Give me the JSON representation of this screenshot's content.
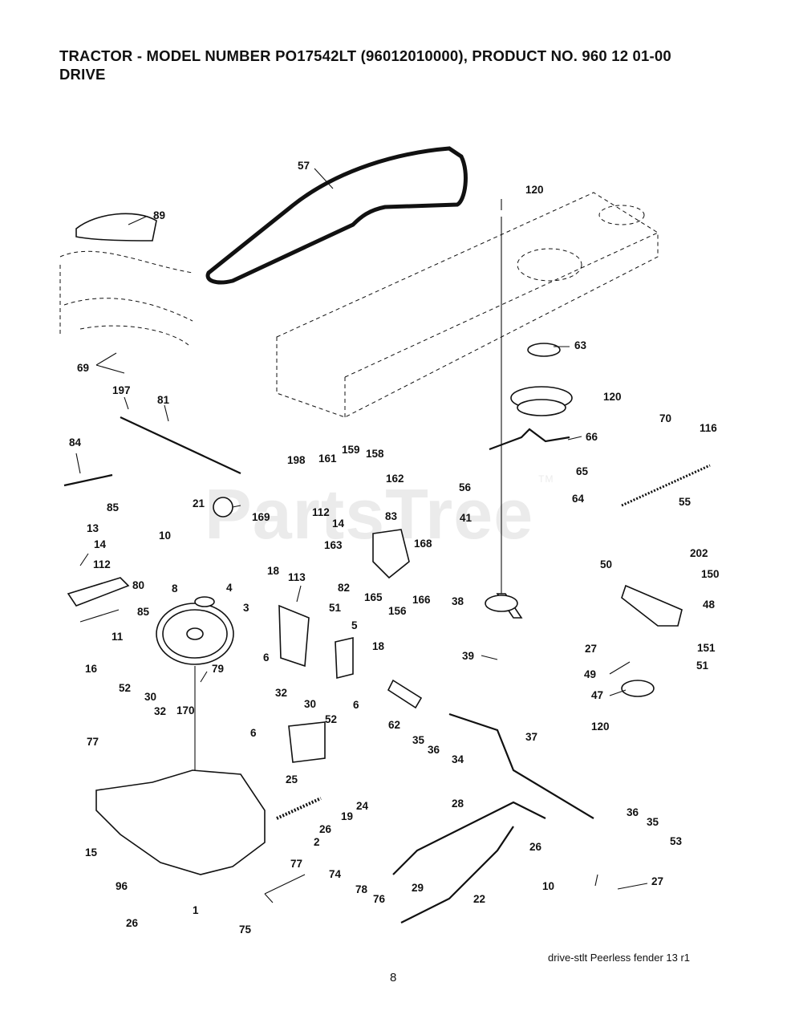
{
  "header": {
    "title_line1": "TRACTOR  - MODEL NUMBER  PO17542LT (96012010000), PRODUCT NO. 960 12 01-00",
    "title_line2": "DRIVE"
  },
  "watermark": "PartsTree",
  "watermark_tm": "TM",
  "caption": "drive-stlt Peerless fender 13 r1",
  "page_number": "8",
  "callouts": {
    "c57": "57",
    "c120a": "120",
    "c89": "89",
    "c63": "63",
    "c120b": "120",
    "c70": "70",
    "c116": "116",
    "c69": "69",
    "c197": "197",
    "c81": "81",
    "c66": "66",
    "c84": "84",
    "c198": "198",
    "c161": "161",
    "c159": "159",
    "c158": "158",
    "c65": "65",
    "c56": "56",
    "c85a": "85",
    "c162": "162",
    "c64": "64",
    "c55": "55",
    "c21": "21",
    "c169": "169",
    "c112a": "112",
    "c83": "83",
    "c14a": "14",
    "c41": "41",
    "c13": "13",
    "c163": "163",
    "c10a": "10",
    "c14b": "14",
    "c112b": "112",
    "c168": "168",
    "c50": "50",
    "c202": "202",
    "c80": "80",
    "c18a": "18",
    "c113": "113",
    "c150": "150",
    "c8": "8",
    "c82": "82",
    "c4": "4",
    "c85b": "85",
    "c165": "165",
    "c156": "156",
    "c166": "166",
    "c48": "48",
    "c3": "3",
    "c51a": "51",
    "c38": "38",
    "c11": "11",
    "c5": "5",
    "c27a": "27",
    "c6a": "6",
    "c18b": "18",
    "c151": "151",
    "c39": "39",
    "c51b": "51",
    "c79": "79",
    "c49": "49",
    "c16": "16",
    "c6b": "6",
    "c47": "47",
    "c52a": "52",
    "c30a": "30",
    "c32a": "32",
    "c30b": "30",
    "c62": "62",
    "c120c": "120",
    "c32b": "32",
    "c35a": "35",
    "c36a": "36",
    "c170": "170",
    "c52b": "52",
    "c34": "34",
    "c37": "37",
    "c6c": "6",
    "c77a": "77",
    "c25": "25",
    "c24": "24",
    "c28": "28",
    "c19": "19",
    "c26a": "26",
    "c36b": "36",
    "c35b": "35",
    "c2": "2",
    "c26b": "26",
    "c53": "53",
    "c15": "15",
    "c77b": "77",
    "c74": "74",
    "c29": "29",
    "c96": "96",
    "c10b": "10",
    "c27b": "27",
    "c1": "1",
    "c78": "78",
    "c76": "76",
    "c22": "22",
    "c26c": "26",
    "c75": "75"
  }
}
